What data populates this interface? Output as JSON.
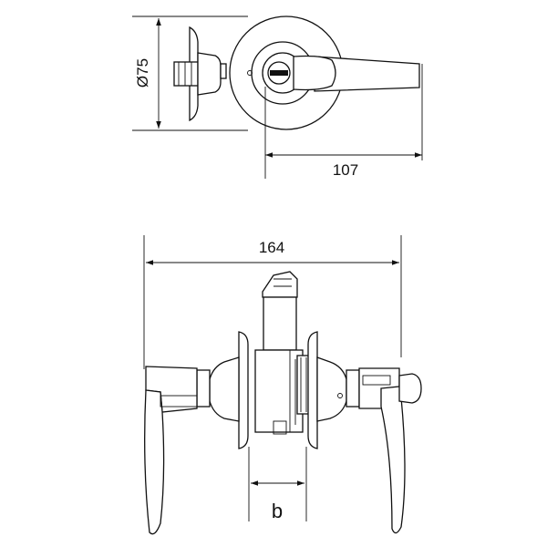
{
  "dimensions": {
    "rose_diameter": "Ø75",
    "lever_length": "107",
    "overall_width": "164",
    "backset": "b"
  },
  "colors": {
    "line": "#111111",
    "background": "#ffffff"
  }
}
